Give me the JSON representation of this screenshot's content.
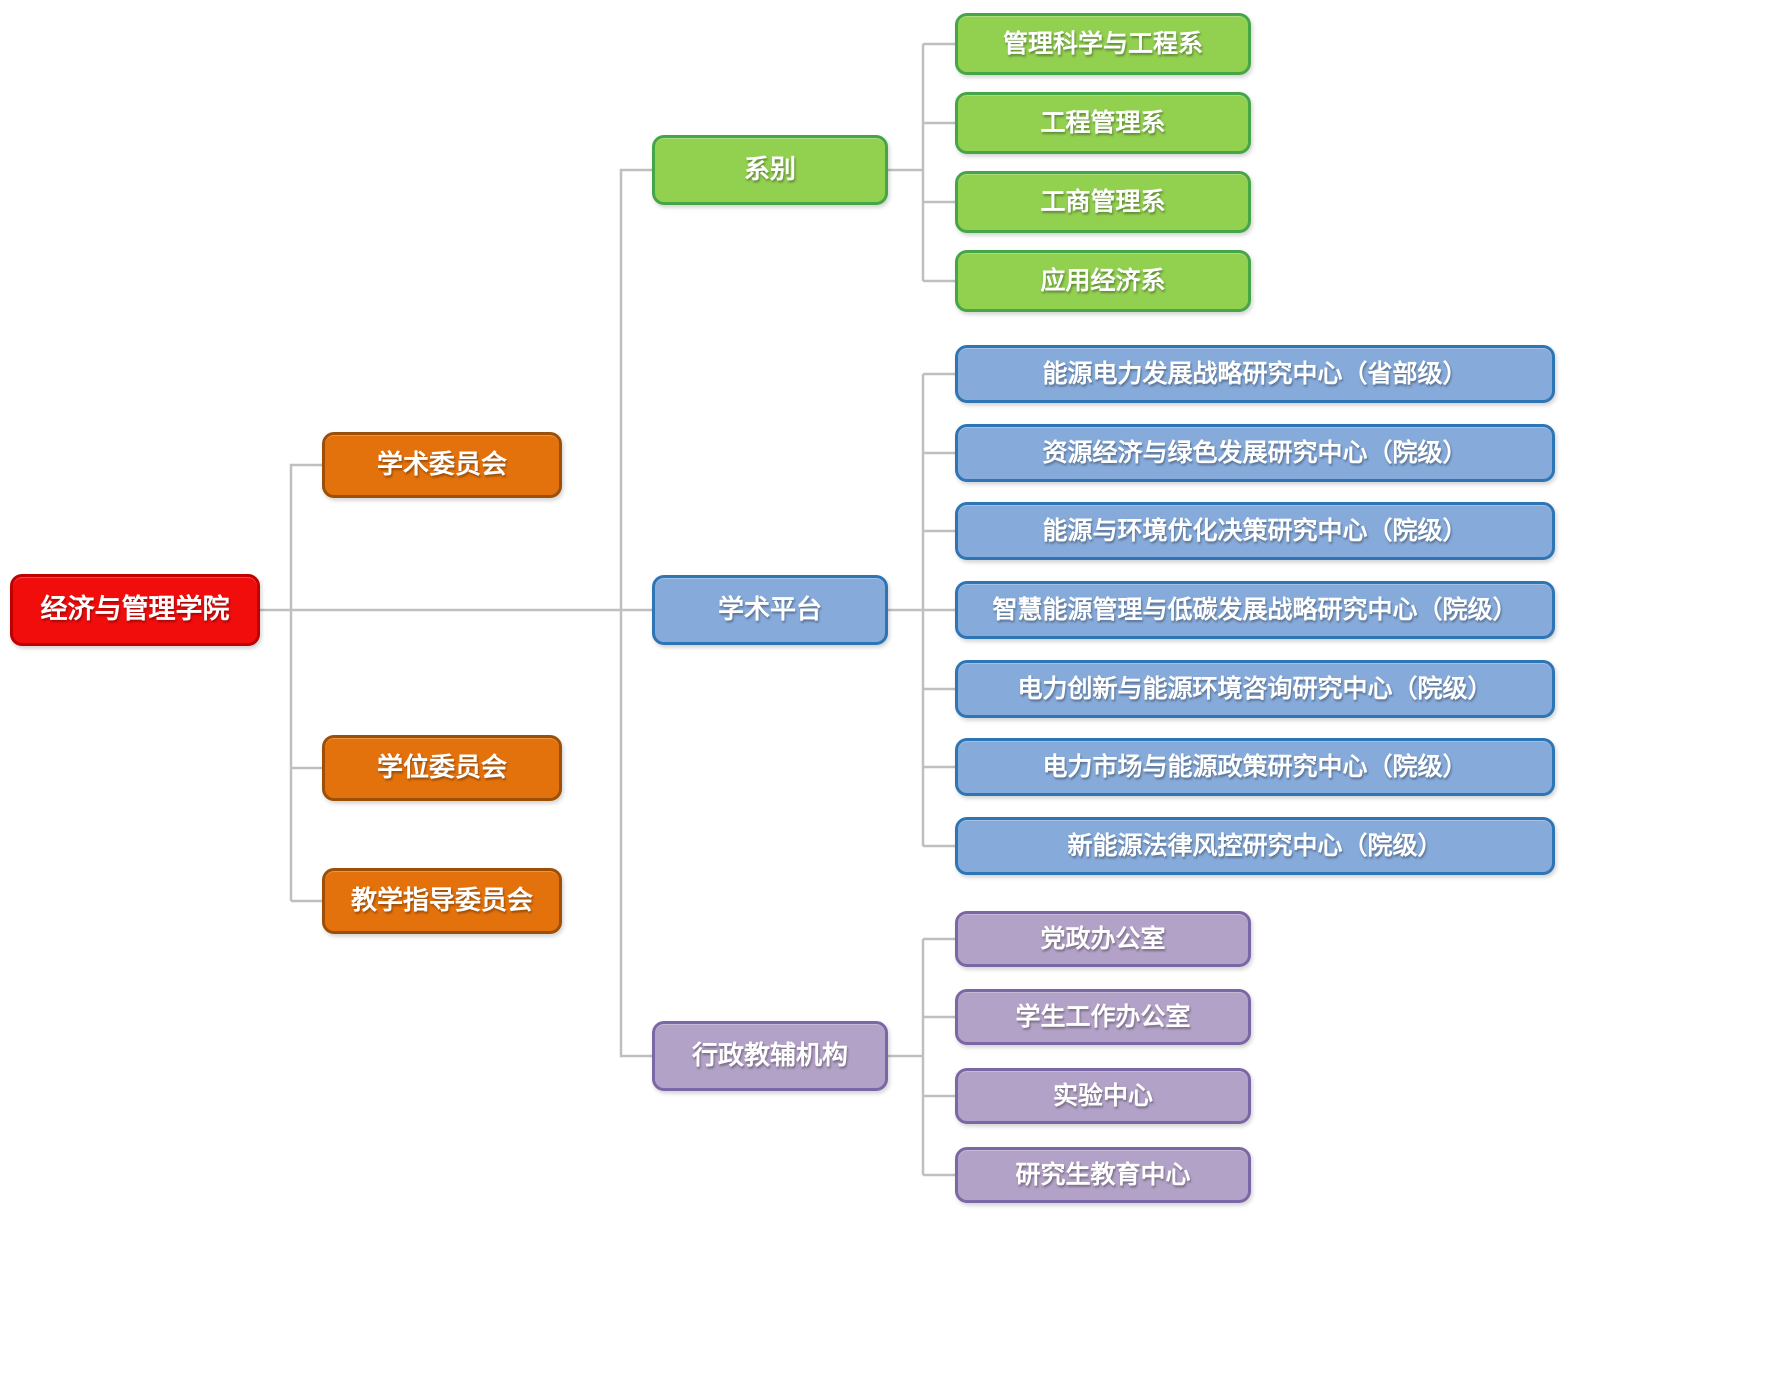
{
  "root": {
    "label": "经济与管理学院"
  },
  "committees": [
    {
      "label": "学术委员会"
    },
    {
      "label": "学位委员会"
    },
    {
      "label": "教学指导委员会"
    }
  ],
  "groups": [
    {
      "label": "系别",
      "children": [
        {
          "label": "管理科学与工程系"
        },
        {
          "label": "工程管理系"
        },
        {
          "label": "工商管理系"
        },
        {
          "label": "应用经济系"
        }
      ]
    },
    {
      "label": "学术平台",
      "children": [
        {
          "label": "能源电力发展战略研究中心（省部级）"
        },
        {
          "label": "资源经济与绿色发展研究中心（院级）"
        },
        {
          "label": "能源与环境优化决策研究中心（院级）"
        },
        {
          "label": "智慧能源管理与低碳发展战略研究中心（院级）"
        },
        {
          "label": "电力创新与能源环境咨询研究中心（院级）"
        },
        {
          "label": "电力市场与能源政策研究中心（院级）"
        },
        {
          "label": "新能源法律风控研究中心（院级）"
        }
      ]
    },
    {
      "label": "行政教辅机构",
      "children": [
        {
          "label": "党政办公室"
        },
        {
          "label": "学生工作办公室"
        },
        {
          "label": "实验中心"
        },
        {
          "label": "研究生教育中心"
        }
      ]
    }
  ],
  "colors": {
    "root_fill": "#F20D0D",
    "root_border": "#C00000",
    "committee_fill": "#E4720C",
    "committee_border": "#9C4F07",
    "dept_fill": "#92D050",
    "dept_border": "#46A546",
    "platform_fill": "#86ABDB",
    "platform_border": "#2E75B6",
    "admin_fill": "#B3A2C7",
    "admin_border": "#7A68A6",
    "connector": "#BFBFBF"
  }
}
